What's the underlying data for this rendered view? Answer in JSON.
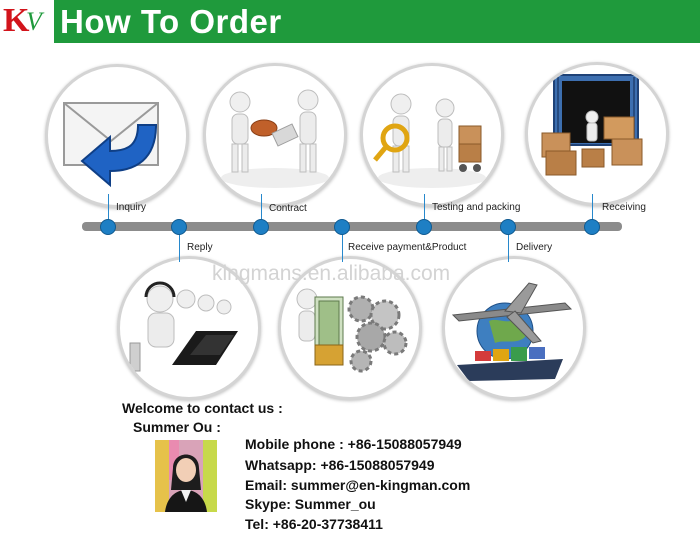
{
  "header": {
    "logo_letter_k": "K",
    "logo_letter_v": "V",
    "title": "How To Order",
    "background_color": "#1f9a3c",
    "logo_color": "#d2141b"
  },
  "stages": [
    {
      "label": "Inquiry",
      "icon": "envelope-arrow-icon"
    },
    {
      "label": "Reply",
      "icon": "call-center-icon"
    },
    {
      "label": "Contract",
      "icon": "handshake-icon"
    },
    {
      "label": "Receive payment&Product",
      "icon": "money-gears-icon"
    },
    {
      "label": "Testing and packing",
      "icon": "magnifier-boxes-icon"
    },
    {
      "label": "Delivery",
      "icon": "airplane-ship-icon"
    },
    {
      "label": "Receiving",
      "icon": "container-boxes-icon"
    }
  ],
  "timeline_color": "#8c8c8c",
  "node_color": "#1e7fc4",
  "watermark": "kingmans.en.alibaba.com",
  "contact": {
    "heading": "Welcome to contact us  :",
    "name": "Summer  Ou :",
    "mobile": "Mobile phone : +86-15088057949",
    "whatsapp": "Whatsapp: +86-15088057949",
    "email": "Email: summer@en-kingman.com",
    "skype": "Skype: Summer_ou",
    "tel": "Tel: +86-20-37738411"
  }
}
